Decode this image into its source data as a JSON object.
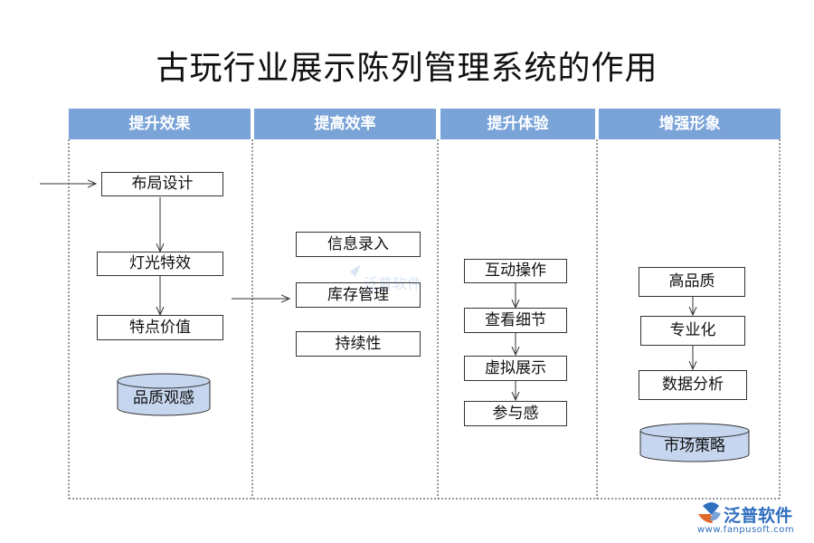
{
  "title": "古玩行业展示陈列管理系统的作用",
  "lanes": [
    {
      "header": "提升效果",
      "items": [
        "布局设计",
        "灯光特效",
        "特点价值"
      ],
      "store": "品质观感"
    },
    {
      "header": "提高效率",
      "items": [
        "信息录入",
        "库存管理",
        "持续性"
      ]
    },
    {
      "header": "提升体验",
      "items": [
        "互动操作",
        "查看细节",
        "虚拟展示",
        "参与感"
      ]
    },
    {
      "header": "增强形象",
      "items": [
        "高品质",
        "专业化",
        "数据分析"
      ],
      "store": "市场策略"
    }
  ],
  "colors": {
    "header": "#7aa3d8",
    "cylinder": "#c5d6ee",
    "logo": "#2f6fbf"
  },
  "logo": {
    "name": "泛普软件",
    "url": "www.fanpusoft.com"
  }
}
